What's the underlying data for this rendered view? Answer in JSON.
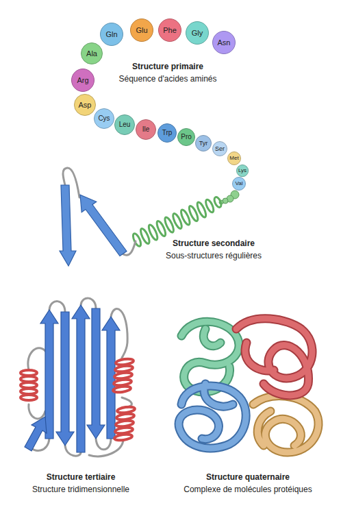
{
  "diagram": {
    "nodes": [
      {
        "text": [
          "Gln"
        ]
      },
      {
        "text": [
          "Glu"
        ]
      },
      {
        "text": [
          "Phe"
        ]
      },
      {
        "text": [
          "Gly"
        ]
      },
      {
        "text": [
          "Asn"
        ]
      },
      {
        "text": [
          "Ala"
        ]
      },
      {
        "text": [
          "Arg"
        ]
      },
      {
        "text": [
          "Asp"
        ]
      },
      {
        "text": [
          "Cys"
        ]
      },
      {
        "text": [
          "Leu"
        ]
      },
      {
        "text": [
          "Ile"
        ]
      },
      {
        "text": [
          "Trp"
        ]
      },
      {
        "text": [
          "Pro"
        ]
      },
      {
        "text": [
          "Tyr"
        ]
      },
      {
        "text": [
          "Ser"
        ]
      },
      {
        "text": [
          "Met"
        ]
      },
      {
        "text": [
          "Lys"
        ]
      },
      {
        "text": [
          "Val"
        ]
      }
    ],
    "labels": [
      "Structure primaire",
      "Séquence d'acides aminés",
      "Structure secondaire",
      "Sous-structures régulières",
      "Structure tertiaire",
      "Structure tridimensionnelle",
      "Structure quaternaire",
      "Complexe de molécules protéiques"
    ]
  }
}
